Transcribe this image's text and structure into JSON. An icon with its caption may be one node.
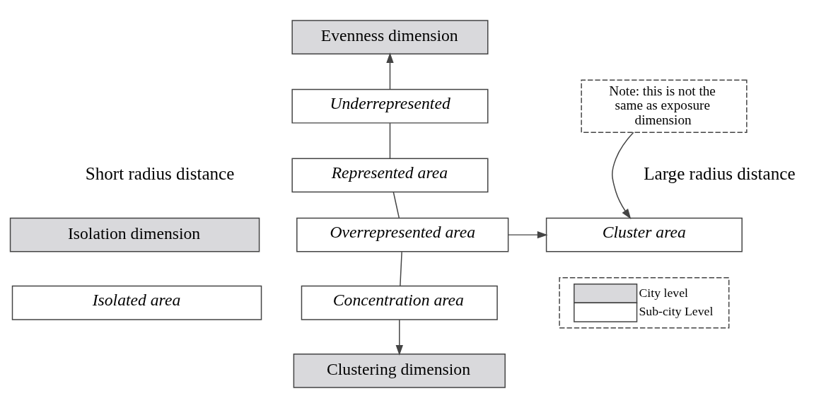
{
  "diagram": {
    "nodes": [
      {
        "text": [
          "Evenness dimension"
        ]
      },
      {
        "text": [
          "Underrepresented"
        ]
      },
      {
        "text": [
          "Represented area"
        ]
      },
      {
        "text": [
          "Overrepresented area"
        ]
      },
      {
        "text": [
          "Concentration area"
        ]
      },
      {
        "text": [
          "Clustering dimension"
        ]
      },
      {
        "text": [
          "Isolation dimension"
        ],
        "beside": [
          "Short radius distance"
        ]
      },
      {
        "text": [
          "Isolated area"
        ]
      },
      {
        "text": [
          "Cluster area"
        ],
        "beside": [
          "Large radius distance"
        ]
      },
      {
        "text": [
          "Note: this is not the same as exposure dimension"
        ]
      }
    ],
    "edges": [
      {
        "from": 1,
        "to": 0,
        "arrow": "to"
      },
      {
        "from": 2,
        "to": 1,
        "arrow": "none"
      },
      {
        "from": 3,
        "to": 2,
        "arrow": "none"
      },
      {
        "from": 3,
        "to": 4,
        "arrow": "none"
      },
      {
        "from": 4,
        "to": 5,
        "arrow": "to"
      },
      {
        "from": 3,
        "to": 8,
        "arrow": "to"
      },
      {
        "from": 9,
        "to": 8,
        "arrow": "to"
      }
    ],
    "legend": [
      {
        "text": "City level",
        "color": "#d9d9dc"
      },
      {
        "text": "Sub-city Level",
        "color": "#ffffff"
      }
    ]
  }
}
